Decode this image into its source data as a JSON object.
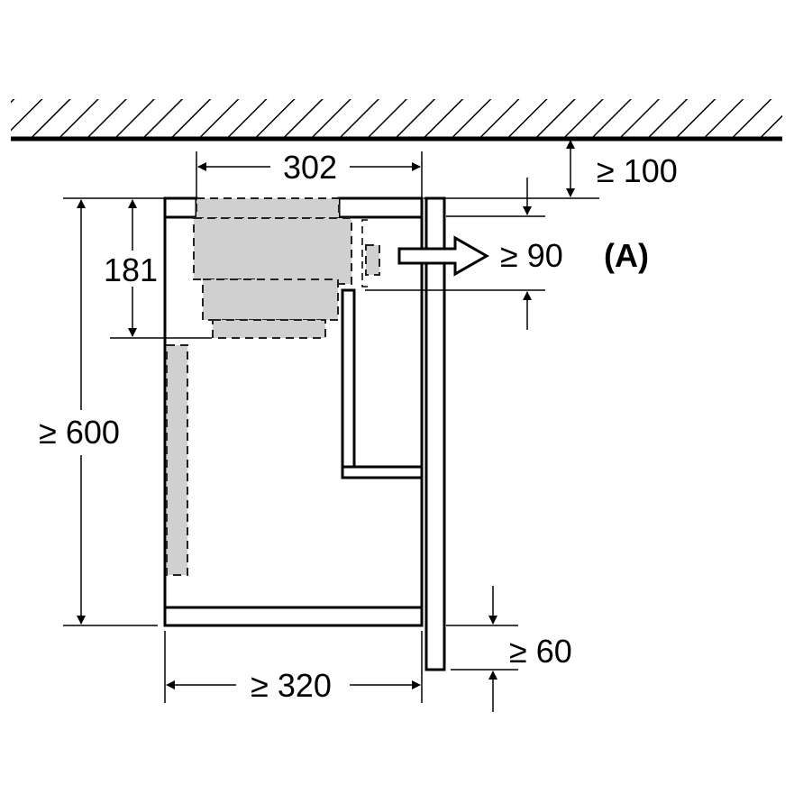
{
  "dimensions": {
    "width": "302",
    "ceiling_gap": "≥ 100",
    "vent_gap": "≥ 90",
    "vent_label": "(A)",
    "height_offset": "181",
    "cabinet_height": "≥ 600",
    "cabinet_depth": "≥ 320",
    "bottom_gap": "≥ 60"
  },
  "colors": {
    "appliance_fill": "#d0d0d0",
    "line": "#000000"
  }
}
